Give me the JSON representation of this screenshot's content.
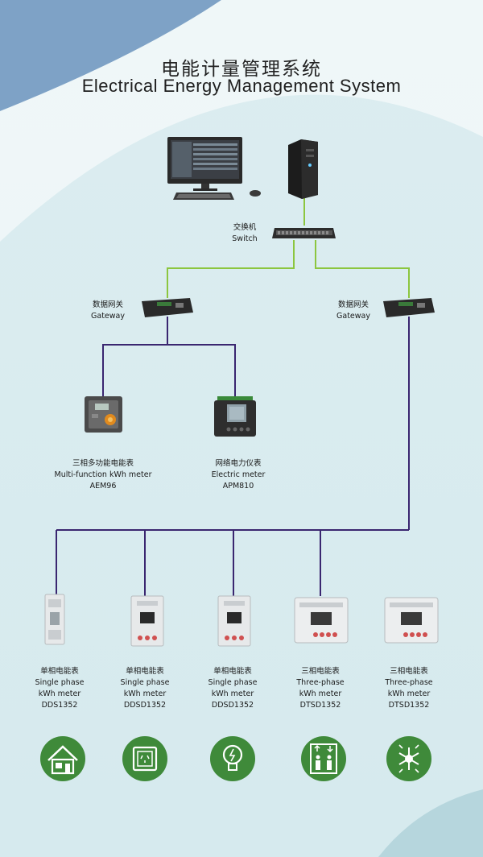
{
  "title": {
    "cn": "电能计量管理系统",
    "en": "Electrical Energy Management System"
  },
  "switch": {
    "cn": "交换机",
    "en": "Switch"
  },
  "gateways": [
    {
      "cn": "数据网关",
      "en": "Gateway"
    },
    {
      "cn": "数据网关",
      "en": "Gateway"
    }
  ],
  "upper_meters": [
    {
      "cn": "三相多功能电能表",
      "en": "Multi-function kWh meter",
      "model": "AEM96"
    },
    {
      "cn": "网络电力仪表",
      "en": "Electric meter",
      "model": "APM810"
    }
  ],
  "lower_meters": [
    {
      "cn": "单相电能表",
      "en1": "Single phase",
      "en2": "kWh meter",
      "model": "DDS1352"
    },
    {
      "cn": "单相电能表",
      "en1": "Single phase",
      "en2": "kWh meter",
      "model": "DDSD1352"
    },
    {
      "cn": "单相电能表",
      "en1": "Single phase",
      "en2": "kWh meter",
      "model": "DDSD1352"
    },
    {
      "cn": "三相电能表",
      "en1": "Three-phase",
      "en2": "kWh meter",
      "model": "DTSD1352"
    },
    {
      "cn": "三相电能表",
      "en1": "Three-phase",
      "en2": "kWh meter",
      "model": "DTSD1352"
    }
  ],
  "icons": [
    "house-icon",
    "socket-icon",
    "lightbulb-icon",
    "elevator-icon",
    "air-conditioning-icon"
  ],
  "colors": {
    "green_line": "#8cc63f",
    "purple_line": "#3a2670",
    "icon_green": "#3f8a3a"
  }
}
